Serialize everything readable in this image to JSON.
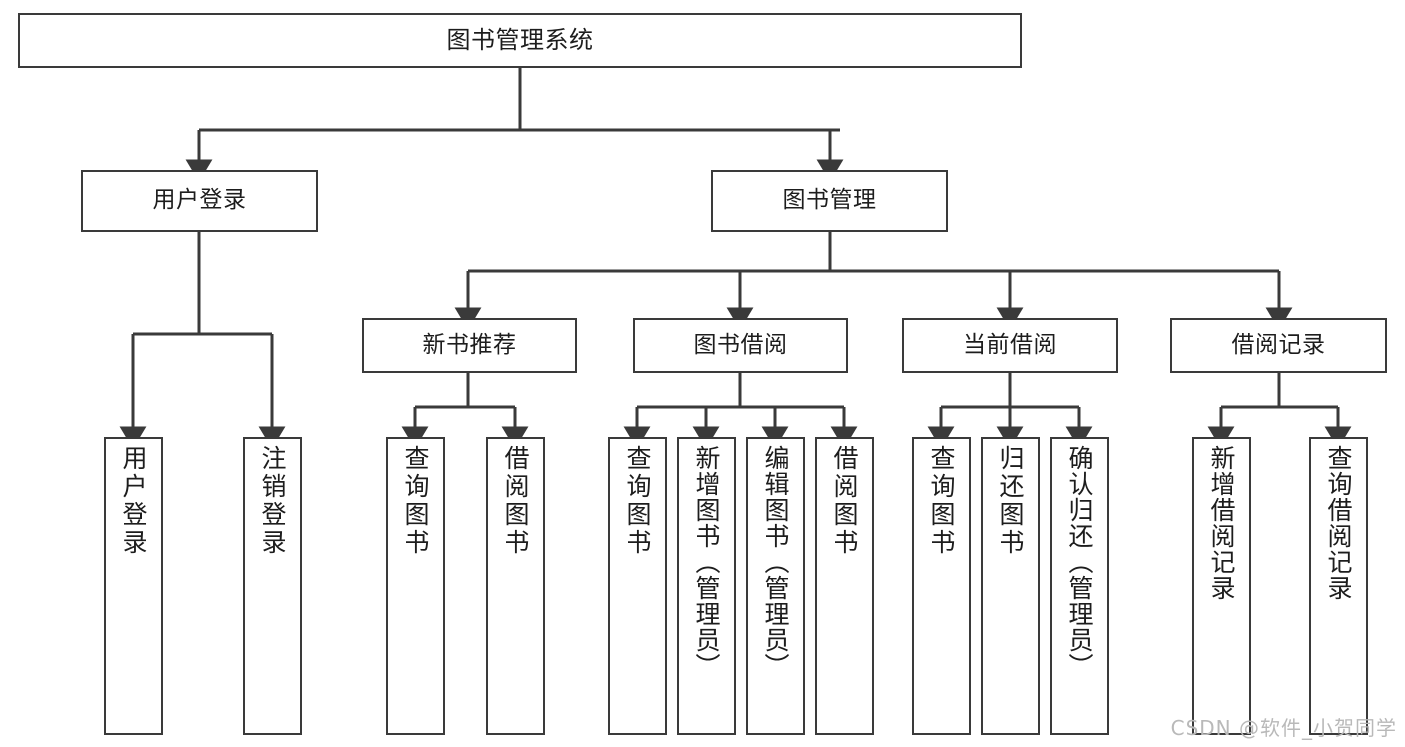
{
  "diagram": {
    "title": "图书管理系统",
    "watermark": "CSDN @软件_小贺同学",
    "line_color": "#3a3a3a",
    "box_fill": "#ffffff",
    "text_color": "#1d1d1d",
    "root": {
      "label": "图书管理系统"
    },
    "level2": [
      {
        "label": "用户登录"
      },
      {
        "label": "图书管理"
      }
    ],
    "level3": [
      {
        "label": "新书推荐"
      },
      {
        "label": "图书借阅"
      },
      {
        "label": "当前借阅"
      },
      {
        "label": "借阅记录"
      }
    ],
    "leaves": {
      "user_login": [
        {
          "label": "用户登录"
        },
        {
          "label": "注销登录"
        }
      ],
      "new_book_rec": [
        {
          "label": "查询图书"
        },
        {
          "label": "借阅图书"
        }
      ],
      "book_borrow": [
        {
          "label": "查询图书"
        },
        {
          "label": "新增图书（管理员）"
        },
        {
          "label": "编辑图书（管理员）"
        },
        {
          "label": "借阅图书"
        }
      ],
      "current_borrow": [
        {
          "label": "查询图书"
        },
        {
          "label": "归还图书"
        },
        {
          "label": "确认归还（管理员）"
        }
      ],
      "borrow_record": [
        {
          "label": "新增借阅记录"
        },
        {
          "label": "查询借阅记录"
        }
      ]
    }
  }
}
